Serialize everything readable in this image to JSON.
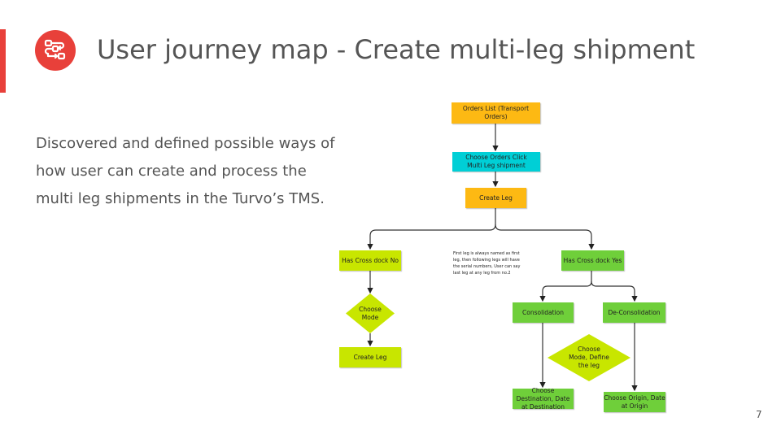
{
  "title": "User journey map - Create multi-leg shipment",
  "description": "Discovered and defined possible ways of how user can create and process the multi leg shipments in the Turvo’s TMS.",
  "logo_icon": "workflow-icon",
  "page_number": "7",
  "diagram": {
    "orders_list": "Orders List (Transport Orders)",
    "choose_orders": "Choose Orders Click Multi Leg shipment",
    "create_leg_top": "Create Leg",
    "cross_dock_no": "Has Cross dock No",
    "choose_mode": "Choose Mode",
    "create_leg_bottom": "Create Leg",
    "note": "First leg is always named as first leg, then following legs will have the serial numbers, User can say last leg at any leg from no.2",
    "cross_dock_yes": "Has Cross dock Yes",
    "consolidation": "Consolidation",
    "deconsolidation": "De-Consolidation",
    "choose_mode_define": "Choose Mode, Define the leg",
    "choose_destination": "Choose Destination, Date at Destination",
    "choose_origin": "Choose Origin, Date at Origin"
  }
}
